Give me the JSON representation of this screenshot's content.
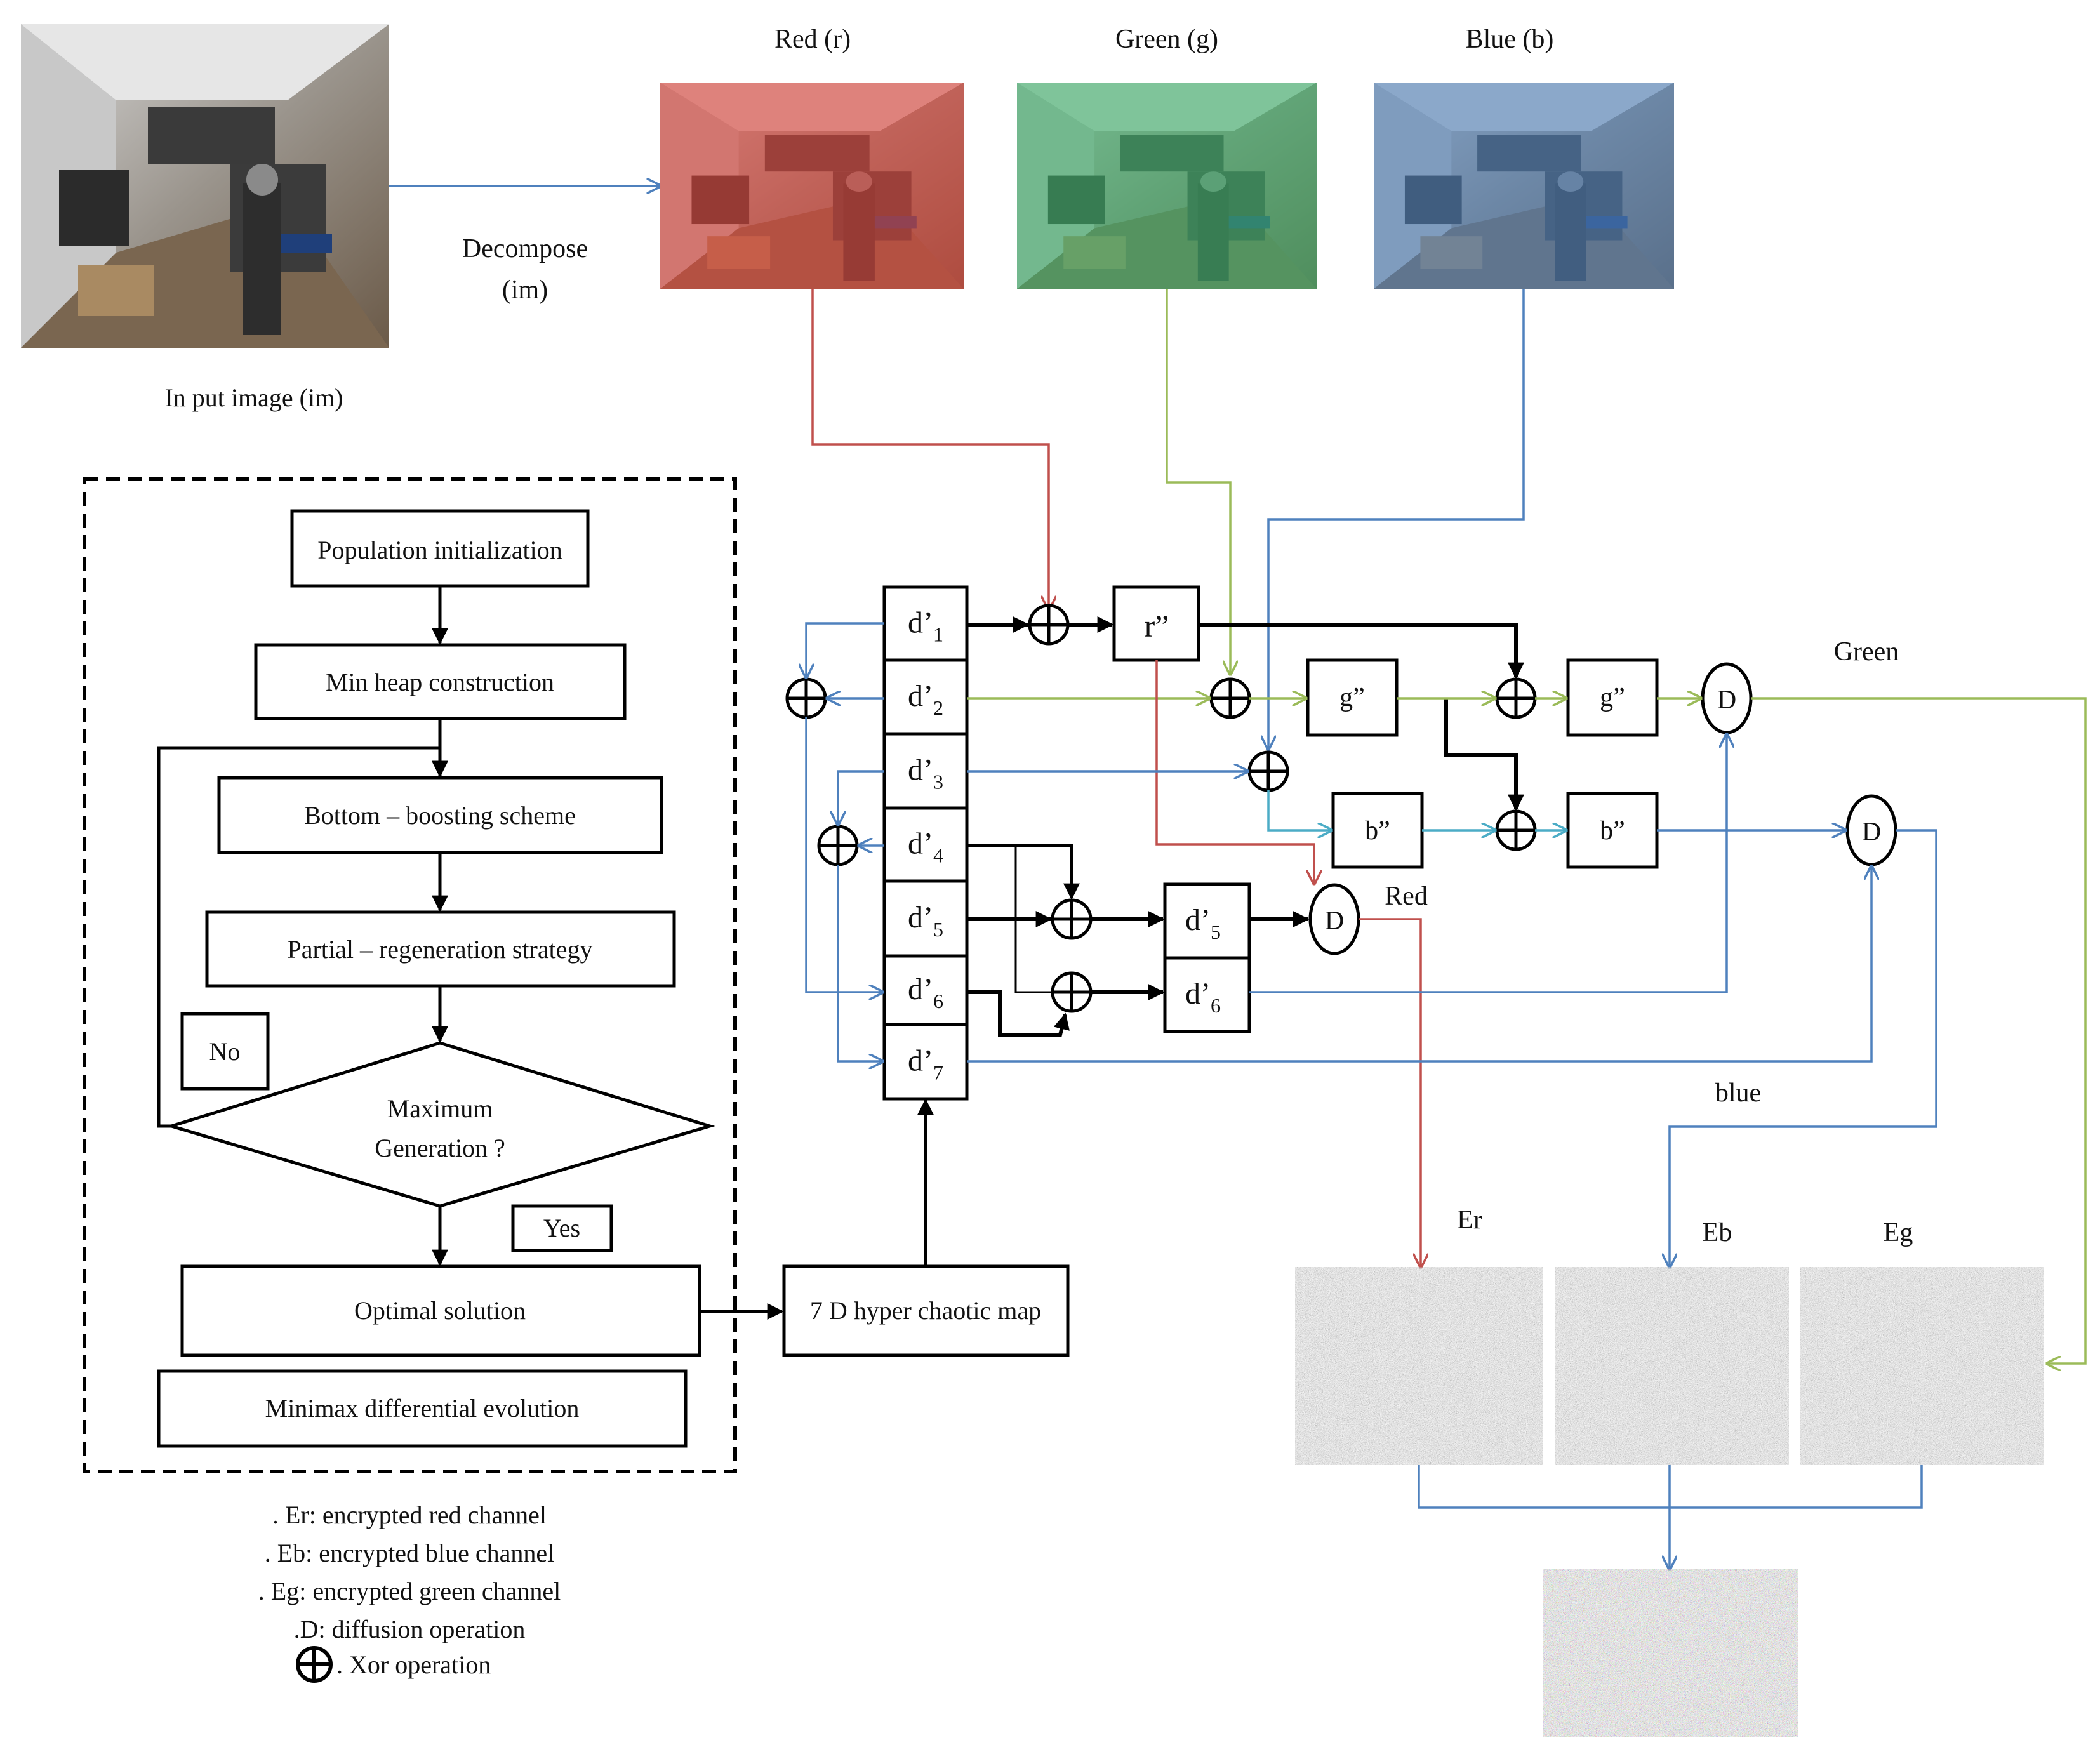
{
  "input": {
    "caption": "In put image (im)"
  },
  "decompose": {
    "line1": "Decompose",
    "line2": "(im)"
  },
  "channels": {
    "red": "Red (r)",
    "green": "Green (g)",
    "blue": "Blue (b)"
  },
  "flowchart": {
    "population": "Population initialization",
    "minheap": "Min heap construction",
    "bottom": "Bottom – boosting scheme",
    "partial": "Partial – regeneration strategy",
    "max_line1": "Maximum",
    "max_line2": "Generation ?",
    "no": "No",
    "yes": "Yes",
    "optimal": "Optimal solution",
    "minimax": "Minimax differential evolution"
  },
  "chaotic_map": "7 D hyper chaotic map",
  "sequences": [
    "d’1",
    "d’2",
    "d’3",
    "d’4",
    "d’5",
    "d’6",
    "d’7"
  ],
  "sequence_base": "d’",
  "sequence_subs": [
    "1",
    "2",
    "3",
    "4",
    "5",
    "6",
    "7"
  ],
  "intermediate": {
    "r": "r”",
    "g": "g”",
    "b": "b”",
    "d5": "d’",
    "d5_sub": "5",
    "d6": "d’",
    "d6_sub": "6"
  },
  "diffusion_symbol": "D",
  "channel_outputs": {
    "green": "Green",
    "red": "Red",
    "blue": "blue"
  },
  "encrypted": {
    "er": "Er",
    "eb": "Eb",
    "eg": "Eg"
  },
  "legend": [
    ". Er: encrypted red channel",
    ". Eb: encrypted blue channel",
    ". Eg: encrypted green channel",
    ".D: diffusion operation",
    ". Xor operation"
  ],
  "colors": {
    "red_line": "#c0504d",
    "green_line": "#9bbb59",
    "blue_line": "#4f81bd"
  }
}
